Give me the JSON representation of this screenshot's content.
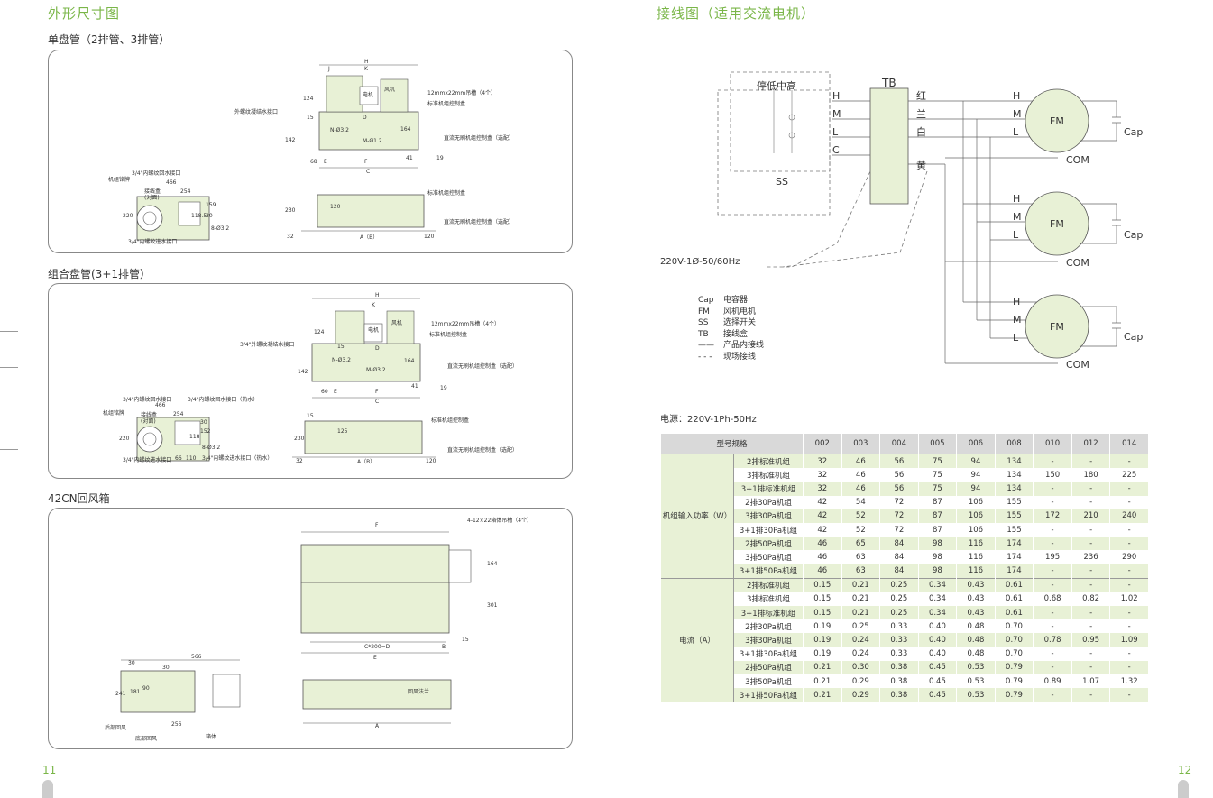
{
  "left": {
    "title": "外形尺寸图",
    "sections": [
      {
        "heading": "单盘管（2排管、3排管）"
      },
      {
        "heading": "组合盘管(3+1排管）"
      },
      {
        "heading": "42CN回风箱"
      }
    ],
    "page_number": "11"
  },
  "right": {
    "title": "接线图（适用交流电机）",
    "page_number": "12",
    "wiring": {
      "switch_label": "停低中高",
      "tb": "TB",
      "ss": "SS",
      "supply": "220V-1Ø-50/60Hz",
      "hmlc": [
        "H",
        "M",
        "L",
        "C"
      ],
      "colors": [
        "红",
        "兰",
        "白",
        "黄"
      ],
      "motor": "FM",
      "cap": "Cap",
      "com": "COM",
      "motor_pins": [
        "H",
        "M",
        "L"
      ],
      "legend": [
        {
          "code": "Cap",
          "desc": "电容器"
        },
        {
          "code": "FM",
          "desc": "风机电机"
        },
        {
          "code": "SS",
          "desc": "选择开关"
        },
        {
          "code": "TB",
          "desc": "接线盒"
        },
        {
          "code": "——",
          "desc": "产品内接线"
        },
        {
          "code": "- - -",
          "desc": "现场接线"
        }
      ]
    },
    "power_source": "电源：220V-1Ph-50Hz",
    "table": {
      "header_label": "型号规格",
      "columns": [
        "002",
        "003",
        "004",
        "005",
        "006",
        "008",
        "010",
        "012",
        "014"
      ],
      "groups": [
        {
          "name": "机组输入功率（W）",
          "rows": [
            {
              "model": "2排标准机组",
              "values": [
                "32",
                "46",
                "56",
                "75",
                "94",
                "134",
                "-",
                "-",
                "-"
              ]
            },
            {
              "model": "3排标准机组",
              "values": [
                "32",
                "46",
                "56",
                "75",
                "94",
                "134",
                "150",
                "180",
                "225"
              ]
            },
            {
              "model": "3+1排标准机组",
              "values": [
                "32",
                "46",
                "56",
                "75",
                "94",
                "134",
                "-",
                "-",
                "-"
              ]
            },
            {
              "model": "2排30Pa机组",
              "values": [
                "42",
                "54",
                "72",
                "87",
                "106",
                "155",
                "-",
                "-",
                "-"
              ]
            },
            {
              "model": "3排30Pa机组",
              "values": [
                "42",
                "52",
                "72",
                "87",
                "106",
                "155",
                "172",
                "210",
                "240"
              ]
            },
            {
              "model": "3+1排30Pa机组",
              "values": [
                "42",
                "52",
                "72",
                "87",
                "106",
                "155",
                "-",
                "-",
                "-"
              ]
            },
            {
              "model": "2排50Pa机组",
              "values": [
                "46",
                "65",
                "84",
                "98",
                "116",
                "174",
                "-",
                "-",
                "-"
              ]
            },
            {
              "model": "3排50Pa机组",
              "values": [
                "46",
                "63",
                "84",
                "98",
                "116",
                "174",
                "195",
                "236",
                "290"
              ]
            },
            {
              "model": "3+1排50Pa机组",
              "values": [
                "46",
                "63",
                "84",
                "98",
                "116",
                "174",
                "-",
                "-",
                "-"
              ]
            }
          ]
        },
        {
          "name": "电流（A）",
          "rows": [
            {
              "model": "2排标准机组",
              "values": [
                "0.15",
                "0.21",
                "0.25",
                "0.34",
                "0.43",
                "0.61",
                "-",
                "-",
                "-"
              ]
            },
            {
              "model": "3排标准机组",
              "values": [
                "0.15",
                "0.21",
                "0.25",
                "0.34",
                "0.43",
                "0.61",
                "0.68",
                "0.82",
                "1.02"
              ]
            },
            {
              "model": "3+1排标准机组",
              "values": [
                "0.15",
                "0.21",
                "0.25",
                "0.34",
                "0.43",
                "0.61",
                "-",
                "-",
                "-"
              ]
            },
            {
              "model": "2排30Pa机组",
              "values": [
                "0.19",
                "0.25",
                "0.33",
                "0.40",
                "0.48",
                "0.70",
                "-",
                "-",
                "-"
              ]
            },
            {
              "model": "3排30Pa机组",
              "values": [
                "0.19",
                "0.24",
                "0.33",
                "0.40",
                "0.48",
                "0.70",
                "0.78",
                "0.95",
                "1.09"
              ]
            },
            {
              "model": "3+1排30Pa机组",
              "values": [
                "0.19",
                "0.24",
                "0.33",
                "0.40",
                "0.48",
                "0.70",
                "-",
                "-",
                "-"
              ]
            },
            {
              "model": "2排50Pa机组",
              "values": [
                "0.21",
                "0.30",
                "0.38",
                "0.45",
                "0.53",
                "0.79",
                "-",
                "-",
                "-"
              ]
            },
            {
              "model": "3排50Pa机组",
              "values": [
                "0.21",
                "0.29",
                "0.38",
                "0.45",
                "0.53",
                "0.79",
                "0.89",
                "1.07",
                "1.32"
              ]
            },
            {
              "model": "3+1排50Pa机组",
              "values": [
                "0.21",
                "0.29",
                "0.38",
                "0.45",
                "0.53",
                "0.79",
                "-",
                "-",
                "-"
              ]
            }
          ]
        }
      ]
    }
  },
  "drawings": {
    "p1": {
      "labels": [
        "H",
        "J",
        "K",
        "电机",
        "风机",
        "12mmx22mm吊槽（4个）",
        "标准机组控制盒",
        "外螺纹凝结水接口",
        "124",
        "15",
        "D",
        "N-Ø3.2",
        "M-Ø1.2",
        "164",
        "142",
        "直流无刷机组控制盒（选配）",
        "68",
        "E",
        "F",
        "41",
        "19",
        "C",
        "机组铭牌",
        "3/4\"内螺纹回水接口",
        "466",
        "接线盒",
        "(对面)",
        "254",
        "220",
        "159",
        "118.5",
        "30",
        "8-Ø3.2",
        "3/4\"内螺纹进水接口",
        "标准机组控制盒",
        "230",
        "120",
        "直流无刷机组控制盒（选配）",
        "32",
        "A（B）",
        "120"
      ]
    },
    "p2": {
      "labels": [
        "H",
        "K",
        "风机",
        "电机",
        "12mmx22mm吊槽（4个）",
        "124",
        "标准机组控制盒",
        "3/4\"外螺纹凝结水接口",
        "15",
        "N-Ø3.2",
        "D",
        "M-Ø3.2",
        "164",
        "142",
        "直流无刷机组控制盒（选配）",
        "60",
        "E",
        "F",
        "41",
        "19",
        "C",
        "3/4\"内螺纹回水接口",
        "3/4\"内螺纹回水接口（热水）",
        "466",
        "机组铭牌",
        "接线盒",
        "(对面)",
        "254",
        "220",
        "30",
        "152",
        "118",
        "8-Ø3.2",
        "66",
        "110",
        "3/4\"内螺纹进水接口",
        "3/4\"内螺纹进水接口（热水）",
        "标准机组控制盒",
        "15",
        "230",
        "125",
        "直流无刷机组控制盒（选配）",
        "32",
        "A（B）",
        "120"
      ]
    },
    "p3": {
      "labels": [
        "F",
        "4-12×22箱体吊槽（4个）",
        "164",
        "301",
        "C*200=D",
        "B",
        "15",
        "E",
        "566",
        "30",
        "30",
        "241",
        "181",
        "90",
        "256",
        "后部回风",
        "底部回风",
        "箱体",
        "回风法兰",
        "A"
      ]
    }
  }
}
